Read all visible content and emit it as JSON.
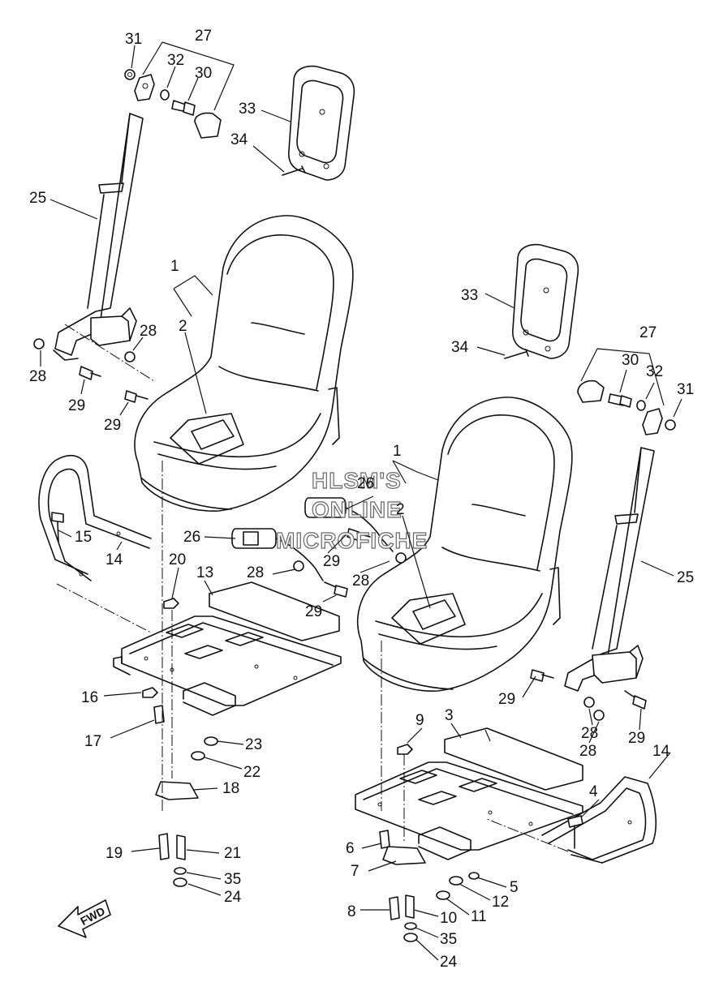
{
  "watermark": [
    "HLSM'S",
    "ONLINE",
    "MICROFICHE"
  ],
  "fwd_label": "FWD",
  "callouts": [
    "1",
    "2",
    "3",
    "4",
    "5",
    "6",
    "7",
    "8",
    "9",
    "10",
    "11",
    "12",
    "13",
    "14",
    "15",
    "16",
    "17",
    "18",
    "19",
    "20",
    "21",
    "22",
    "23",
    "24",
    "25",
    "26",
    "27",
    "28",
    "29",
    "30",
    "31",
    "32",
    "33",
    "34",
    "35"
  ]
}
